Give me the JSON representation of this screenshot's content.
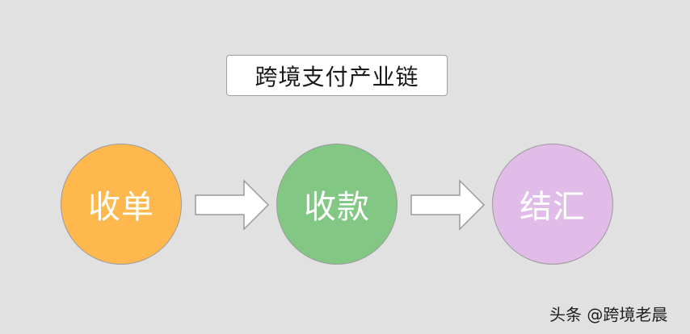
{
  "title": "跨境支付产业链",
  "flow": [
    {
      "label": "收单",
      "color": "#ffb84d"
    },
    {
      "label": "收款",
      "color": "#82c884"
    },
    {
      "label": "结汇",
      "color": "#e2bce8"
    }
  ],
  "arrow_color": "#ffffff",
  "watermark": "头条 @跨境老晨"
}
